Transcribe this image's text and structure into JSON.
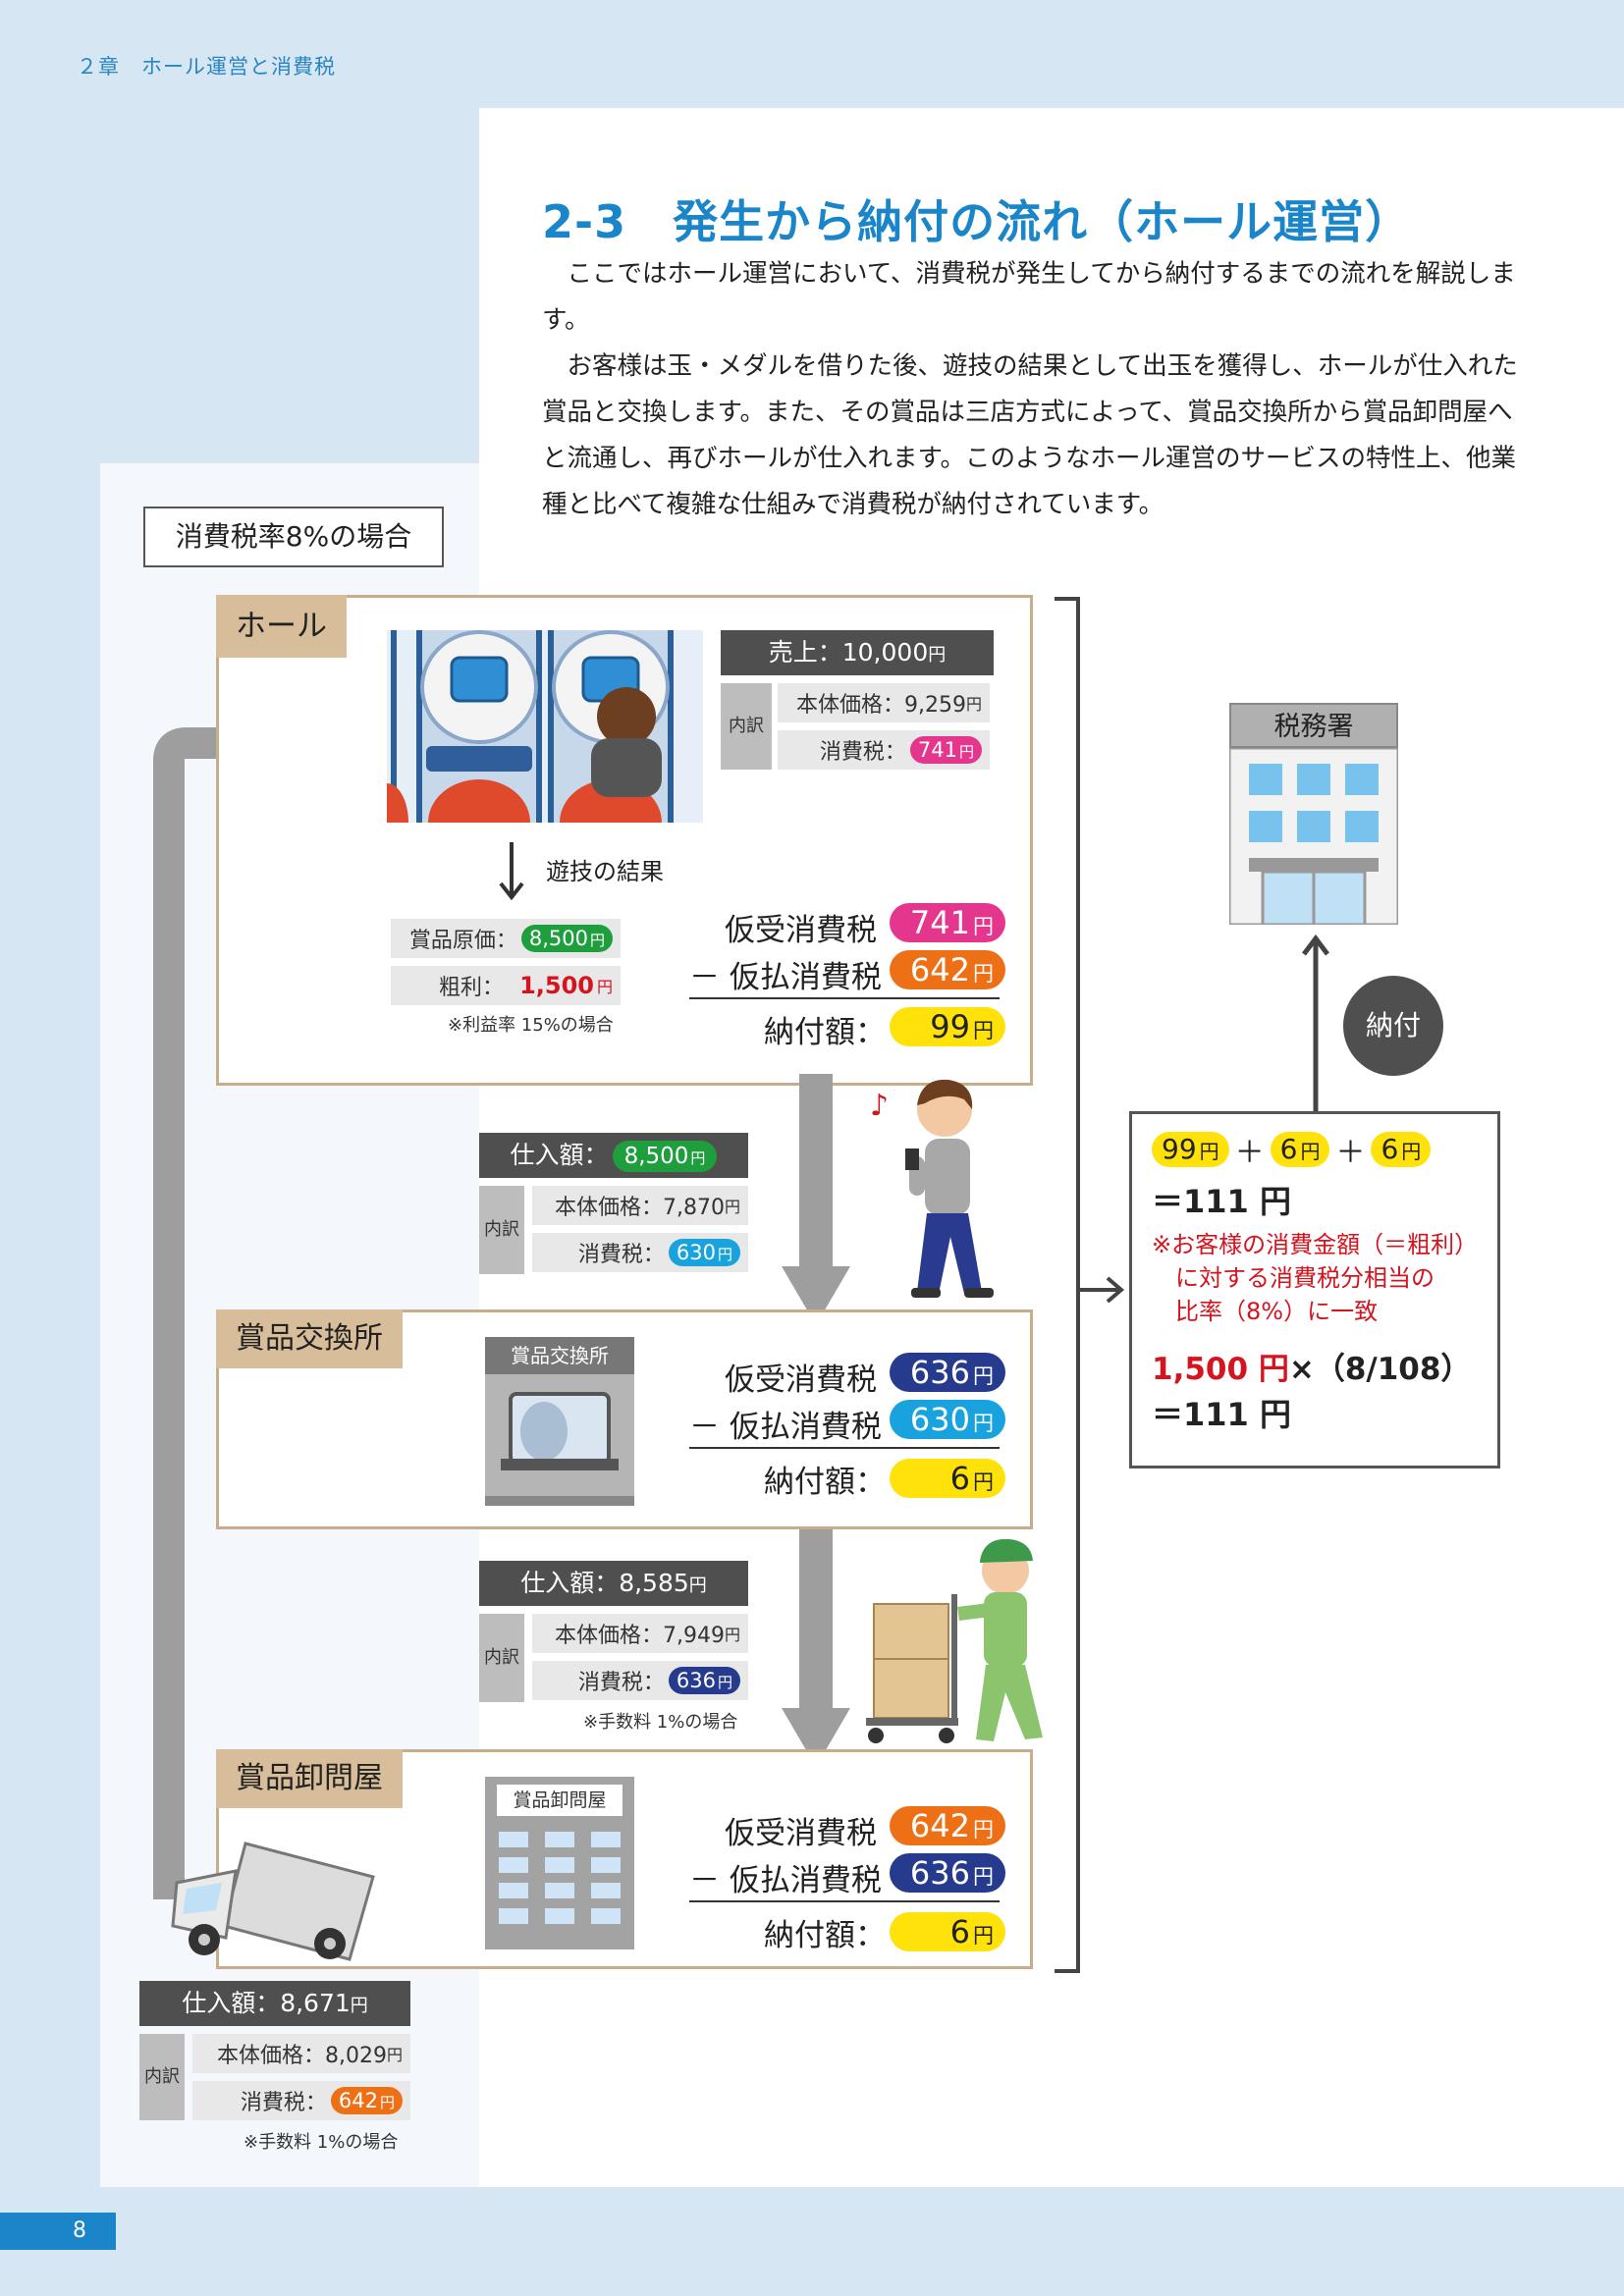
{
  "header": {
    "chapter": "２章　ホール運営と消費税"
  },
  "page_number": "8",
  "section": {
    "title": "2-3　発生から納付の流れ（ホール運営）",
    "para1": "ここではホール運営において、消費税が発生してから納付するまでの流れを解説します。",
    "para2": "お客様は玉・メダルを借りた後、遊技の結果として出玉を獲得し、ホールが仕入れた賞品と交換します。また、その賞品は三店方式によって、賞品交換所から賞品卸問屋へと流通し、再びホールが仕入れます。このようなホール運営のサービスの特性上、他業種と比べて複雑な仕組みで消費税が納付されています。"
  },
  "diagram": {
    "tax_rate_label": "消費税率8%の場合",
    "yen": "円",
    "neiyaku": "内訳",
    "karii_label": "仮受消費税",
    "karibarai_label": "－ 仮払消費税",
    "noufu_label": "納付額：",
    "hall": {
      "tag": "ホール",
      "sales_label": "売上：10,000",
      "body_label": "本体価格：9,259",
      "tax_label": "消費税：",
      "tax_value": "741",
      "arrow_label": "遊技の結果",
      "cost_label": "賞品原価：",
      "cost_value": "8,500",
      "profit_label": "粗利：",
      "profit_value": "1,500",
      "profit_note": "※利益率 15%の場合",
      "karii": "741",
      "karibarai": "642",
      "noufu": "99"
    },
    "purchase1": {
      "head_label": "仕入額：",
      "head_value": "8,500",
      "body": "本体価格：7,870",
      "tax_label": "消費税：",
      "tax_value": "630"
    },
    "exchange": {
      "tag": "賞品交換所",
      "sign": "賞品交換所",
      "karii": "636",
      "karibarai": "630",
      "noufu": "6"
    },
    "purchase2": {
      "head": "仕入額：8,585",
      "body": "本体価格：7,949",
      "tax_label": "消費税：",
      "tax_value": "636",
      "note": "※手数料 1%の場合"
    },
    "wholesaler": {
      "tag": "賞品卸問屋",
      "sign": "賞品卸問屋",
      "karii": "642",
      "karibarai": "636",
      "noufu": "6"
    },
    "purchase3": {
      "head": "仕入額：8,671",
      "body": "本体価格：8,029",
      "tax_label": "消費税：",
      "tax_value": "642",
      "note": "※手数料 1%の場合"
    },
    "taxoffice": {
      "name": "税務署",
      "payment": "納付"
    },
    "summary": {
      "v1": "99",
      "v2": "6",
      "v3": "6",
      "plus": "＋",
      "total": "＝111 円",
      "note_l1": "※お客様の消費金額（＝粗利）",
      "note_l2": "に対する消費税分相当の",
      "note_l3": "比率（8%）に一致",
      "formula_red": "1,500 円",
      "formula_rest": "×（8/108）",
      "total2": "＝111 円"
    }
  }
}
